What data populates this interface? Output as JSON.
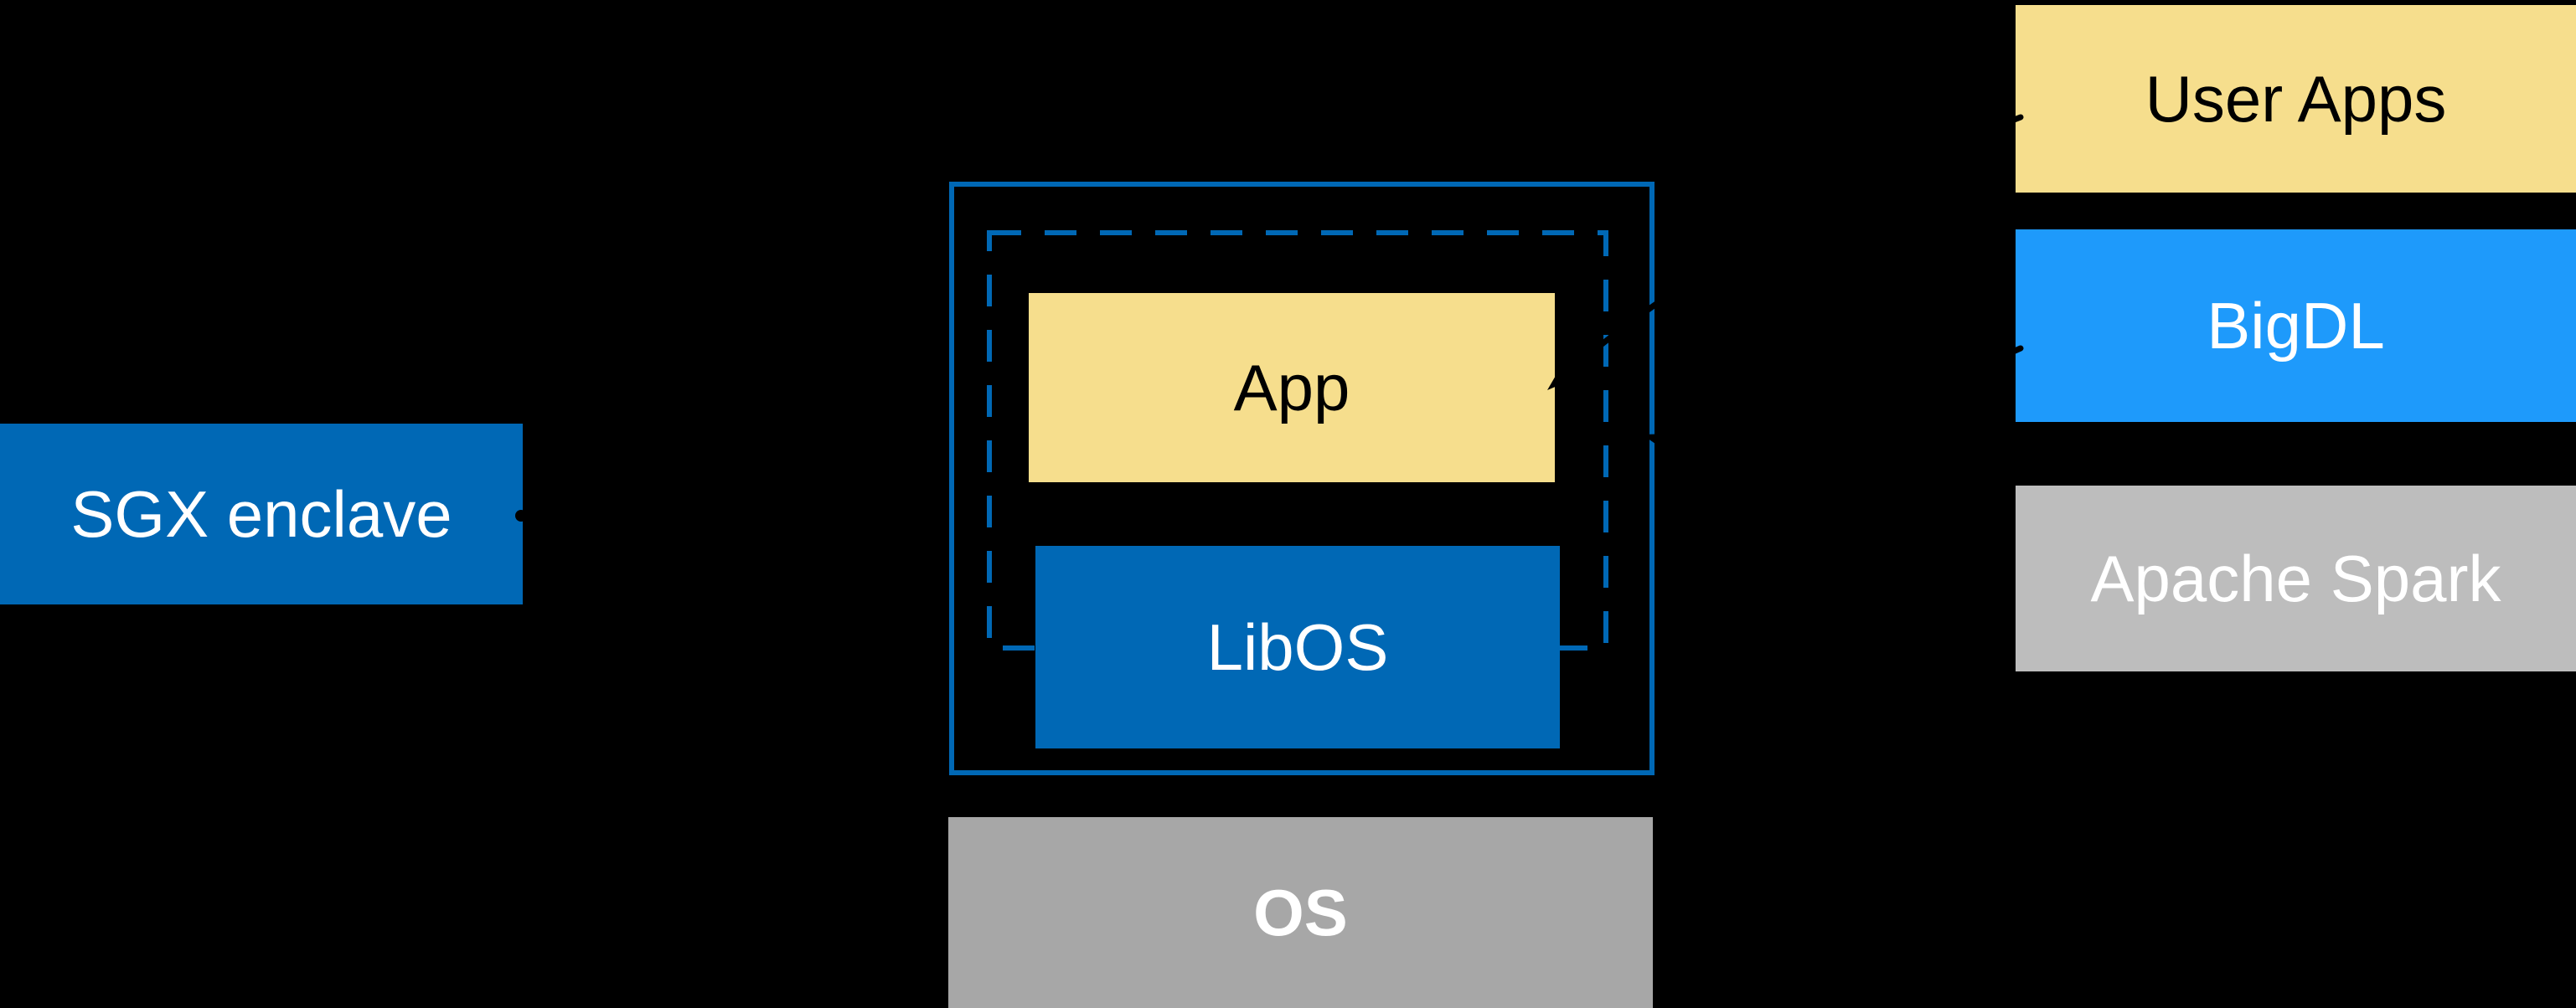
{
  "page": {
    "background_color": "#000000"
  },
  "colors": {
    "intel_blue": "#0068B5",
    "bright_blue": "#1E9AFB",
    "light_yellow": "#F6DE8D",
    "gray_light": "#BDBDBD",
    "gray_medium": "#A7A7A7",
    "connector_black": "#000000",
    "text_white": "#FFFFFF",
    "text_black": "#000000"
  },
  "nodes": {
    "sgx_enclave": {
      "label": "SGX enclave",
      "fill": "#0068B5",
      "text_color": "#FFFFFF"
    },
    "app": {
      "label": "App",
      "fill": "#F6DE8D",
      "text_color": "#000000"
    },
    "libos": {
      "label": "LibOS",
      "fill": "#0068B5",
      "text_color": "#FFFFFF"
    },
    "os": {
      "label": "OS",
      "fill": "#A7A7A7",
      "text_color": "#FFFFFF",
      "bold": true
    },
    "user_apps": {
      "label": "User Apps",
      "fill": "#F6DE8D",
      "text_color": "#000000"
    },
    "bigdl": {
      "label": "BigDL",
      "fill": "#1E9AFB",
      "text_color": "#FFFFFF"
    },
    "apache_spark": {
      "label": "Apache Spark",
      "fill": "#BDBDBD",
      "text_color": "#FFFFFF"
    }
  },
  "boundaries": {
    "enclave_outline": {
      "style": "solid",
      "stroke": "#0068B5"
    },
    "enclave_dashed": {
      "style": "dashed",
      "stroke": "#0068B5"
    }
  },
  "connectors": [
    {
      "name": "sgx-label-to-enclave",
      "from": "sgx_enclave",
      "to": "enclave_outline",
      "color": "#000000",
      "style": "straight-arrow"
    },
    {
      "name": "user-apps-to-app",
      "from": "user_apps",
      "to": "app",
      "color": "#000000",
      "style": "curved-arrow"
    },
    {
      "name": "bigdl-to-enclave",
      "from": "bigdl",
      "to": "enclave_outline",
      "color": "#000000",
      "style": "curved-arrow"
    }
  ]
}
